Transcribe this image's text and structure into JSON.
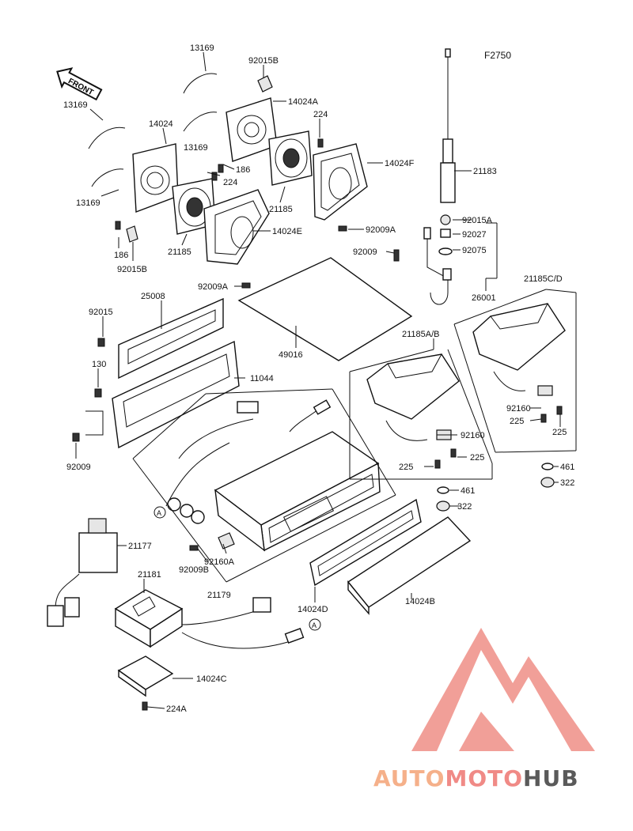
{
  "figure_code": "F2750",
  "front_label": "FRONT",
  "watermark": {
    "part1": "AUTO",
    "part2": "MOTO",
    "part3": "HUB",
    "colors": {
      "auto": "#f5b08a",
      "moto": "#f08a86",
      "hub": "#5a5a5a",
      "logo": "#ef8e86"
    }
  },
  "labels": {
    "l13169a": "13169",
    "l92015Ba": "92015B",
    "l14024A": "14024A",
    "l13169b": "13169",
    "l14024": "14024",
    "l224a": "224",
    "l13169c": "13169",
    "l186a": "186",
    "l224b": "224",
    "l14024F": "14024F",
    "l13169d": "13169",
    "l21185a": "21185",
    "l14024E": "14024E",
    "l92009Aa": "92009A",
    "l186b": "186",
    "l92015Bb": "92015B",
    "l21185b": "21185",
    "l92009a": "92009",
    "l92009Ab": "92009A",
    "l21183": "21183",
    "l92015A": "92015A",
    "l92027": "92027",
    "l92075": "92075",
    "l26001": "26001",
    "l21185CD": "21185C/D",
    "l92015": "92015",
    "l25008": "25008",
    "l49016": "49016",
    "l21185AB": "21185A/B",
    "l130": "130",
    "l11044": "11044",
    "l92160a": "92160",
    "l225a": "225",
    "l225b": "225",
    "l92009b": "92009",
    "l92160b": "92160",
    "l225c": "225",
    "l225d": "225",
    "l461a": "461",
    "l322a": "322",
    "l461b": "461",
    "l322b": "322",
    "l21177": "21177",
    "l92009B": "92009B",
    "l92160A": "92160A",
    "l21179": "21179",
    "l21181": "21181",
    "l14024D": "14024D",
    "l14024B": "14024B",
    "l14024C": "14024C",
    "l224A": "224A",
    "connA1": "A",
    "connA2": "A"
  }
}
